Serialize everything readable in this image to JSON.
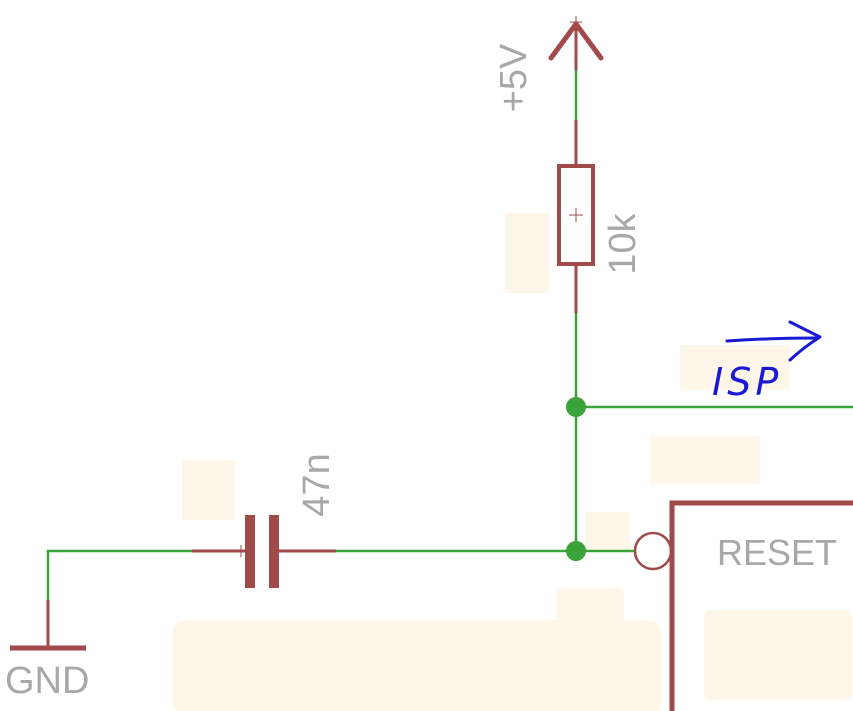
{
  "labels": {
    "supply": "+5V",
    "resistor": "10k",
    "capacitor": "47n",
    "ground": "GND",
    "pin": "RESET",
    "annotation": "ISP"
  },
  "colors": {
    "wire": "#3aa33a",
    "symbol": "#a04a4a",
    "text": "#a8a8a8",
    "annotation": "#1a1ad6",
    "highlight": "#fdf6e9",
    "background": "#ffffff"
  }
}
